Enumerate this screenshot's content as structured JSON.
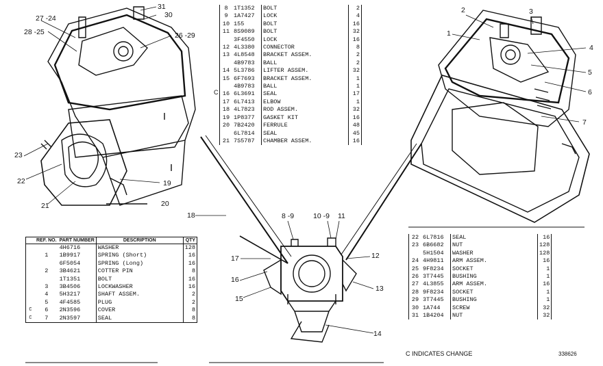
{
  "top_table": {
    "rows": [
      {
        "ref": "8",
        "pn": "1T1352",
        "desc": "BOLT",
        "qty": "2"
      },
      {
        "ref": "9",
        "pn": "1A7427",
        "desc": "LOCK",
        "qty": "4"
      },
      {
        "ref": "10",
        "pn": "155",
        "desc": "BOLT",
        "qty": "16"
      },
      {
        "ref": "11",
        "pn": "8S9089",
        "desc": "BOLT",
        "qty": "32"
      },
      {
        "ref": "",
        "pn": "3F4550",
        "desc": "LOCK",
        "qty": "16"
      },
      {
        "ref": "12",
        "pn": "4L3380",
        "desc": "CONNECTOR",
        "qty": "8"
      },
      {
        "ref": "13",
        "pn": "4L8548",
        "desc": "BRACKET ASSEM.",
        "qty": "2"
      },
      {
        "ref": "",
        "pn": "4B9783",
        "desc": "BALL",
        "qty": "2"
      },
      {
        "ref": "14",
        "pn": "5L3786",
        "desc": "LIFTER ASSEM.",
        "qty": "32"
      },
      {
        "ref": "15",
        "pn": "6F7693",
        "desc": "BRACKET ASSEM.",
        "qty": "1"
      },
      {
        "ref": "",
        "pn": "4B9783",
        "desc": "BALL",
        "qty": "1"
      },
      {
        "ref": "16",
        "pn": "6L3691",
        "desc": "SEAL",
        "qty": "17"
      },
      {
        "ref": "17",
        "pn": "6L7413",
        "desc": "ELBOW",
        "qty": "1"
      },
      {
        "ref": "18",
        "pn": "4L7823",
        "desc": "ROD ASSEM.",
        "qty": "32"
      },
      {
        "ref": "19",
        "pn": "1P8377",
        "desc": "GASKET KIT",
        "qty": "16"
      },
      {
        "ref": "20",
        "pn": "7B2420",
        "desc": "FERRULE",
        "qty": "48"
      },
      {
        "ref": "",
        "pn": "6L7814",
        "desc": "SEAL",
        "qty": "45"
      },
      {
        "ref": "21",
        "pn": "7S5787",
        "desc": "CHAMBER ASSEM.",
        "qty": "16"
      }
    ],
    "side_mark": "C"
  },
  "left_table": {
    "headers": {
      "ref": "REF. NO.",
      "pn": "PART NUMBER",
      "desc": "DESCRIPTION",
      "qty": "QTY"
    },
    "rows": [
      {
        "chg": "",
        "ref": "",
        "pn": "4H6716",
        "desc": "WASHER",
        "qty": "128"
      },
      {
        "chg": "",
        "ref": "1",
        "pn": "1B9917",
        "desc": "SPRING (Short)",
        "qty": "16"
      },
      {
        "chg": "",
        "ref": "",
        "pn": "6F5054",
        "desc": "SPRING (Long)",
        "qty": "16"
      },
      {
        "chg": "",
        "ref": "2",
        "pn": "3B4621",
        "desc": "COTTER PIN",
        "qty": "8"
      },
      {
        "chg": "",
        "ref": "",
        "pn": "1T1351",
        "desc": "BOLT",
        "qty": "16"
      },
      {
        "chg": "",
        "ref": "3",
        "pn": "3B4506",
        "desc": "LOCKWASHER",
        "qty": "16"
      },
      {
        "chg": "",
        "ref": "4",
        "pn": "5H3217",
        "desc": "SHAFT ASSEM.",
        "qty": "2"
      },
      {
        "chg": "",
        "ref": "5",
        "pn": "4F4585",
        "desc": "PLUG",
        "qty": "2"
      },
      {
        "chg": "C",
        "ref": "6",
        "pn": "2N3596",
        "desc": "COVER",
        "qty": "8"
      },
      {
        "chg": "C",
        "ref": "7",
        "pn": "2N3597",
        "desc": "SEAL",
        "qty": "8"
      }
    ]
  },
  "right_table": {
    "rows": [
      {
        "ref": "22",
        "pn": "6L7816",
        "desc": "SEAL",
        "qty": "16"
      },
      {
        "ref": "23",
        "pn": "6B6682",
        "desc": "NUT",
        "qty": "128"
      },
      {
        "ref": "",
        "pn": "5H1504",
        "desc": "WASHER",
        "qty": "128"
      },
      {
        "ref": "24",
        "pn": "4H9811",
        "desc": "ARM ASSEM.",
        "qty": "16"
      },
      {
        "ref": "25",
        "pn": "9F8234",
        "desc": "SOCKET",
        "qty": "1"
      },
      {
        "ref": "26",
        "pn": "3T7445",
        "desc": "BUSHING",
        "qty": "1"
      },
      {
        "ref": "27",
        "pn": "4L3855",
        "desc": "ARM ASSEM.",
        "qty": "16"
      },
      {
        "ref": "28",
        "pn": "9F8234",
        "desc": "SOCKET",
        "qty": "1"
      },
      {
        "ref": "29",
        "pn": "3T7445",
        "desc": "BUSHING",
        "qty": "1"
      },
      {
        "ref": "30",
        "pn": "1A744",
        "desc": "SCREW",
        "qty": "32"
      },
      {
        "ref": "31",
        "pn": "1B4204",
        "desc": "NUT",
        "qty": "32"
      }
    ]
  },
  "callouts": {
    "c1": "1",
    "c2": "2",
    "c3": "3",
    "c4": "4",
    "c5": "5",
    "c6": "6",
    "c7": "7",
    "c8_9": "8 -9",
    "c10_9": "10 -9",
    "c11": "11",
    "c12": "12",
    "c13": "13",
    "c14": "14",
    "c15": "15",
    "c16": "16",
    "c17": "17",
    "c18": "18",
    "c19": "19",
    "c20": "20",
    "c21": "21",
    "c22": "22",
    "c23": "23",
    "c27_24": "27 -24",
    "c28_25": "28 -25",
    "c26_29": "26 -29",
    "c30": "30",
    "c31": "31"
  },
  "footer": {
    "change_note": "C INDICATES CHANGE",
    "code": "338626"
  }
}
